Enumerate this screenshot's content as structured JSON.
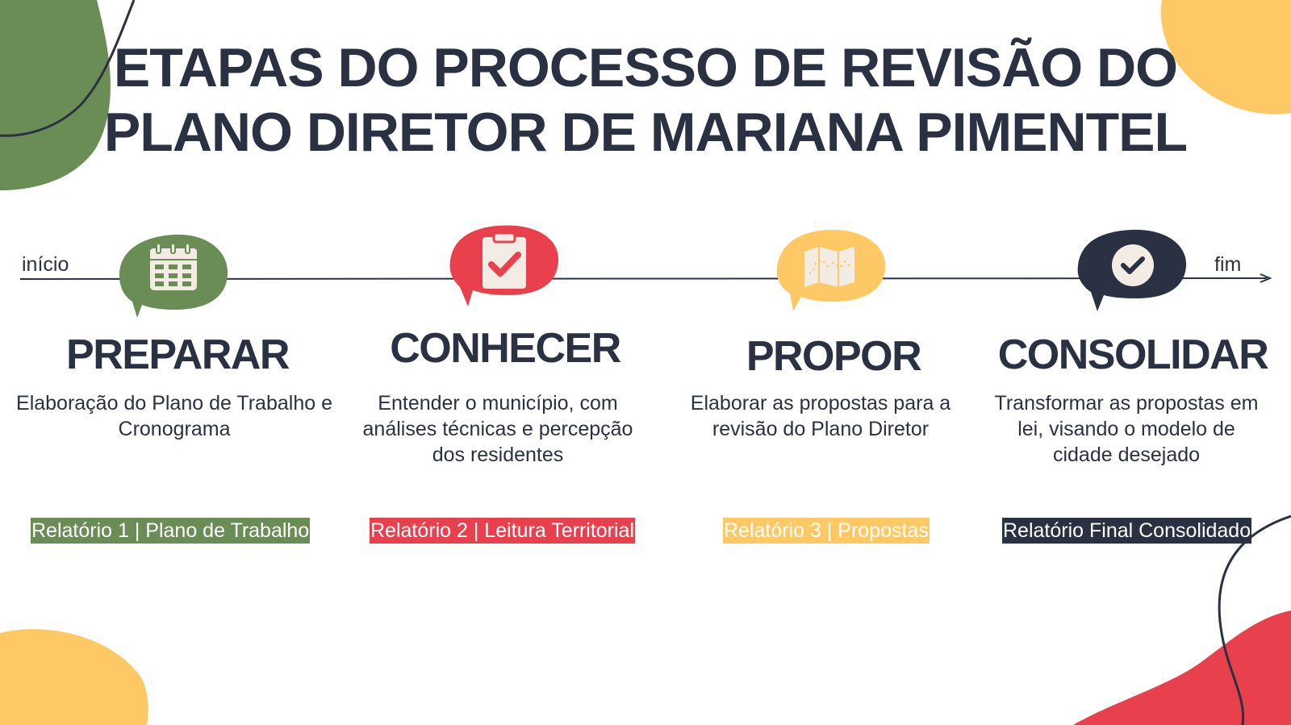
{
  "title": {
    "line1": "ETAPAS DO PROCESSO DE REVISÃO DO",
    "line2": "PLANO DIRETOR DE MARIANA PIMENTEL"
  },
  "timeline": {
    "start_label": "início",
    "end_label": "fim"
  },
  "colors": {
    "green": "#6a8c55",
    "red": "#e8404d",
    "yellow": "#fec964",
    "navy": "#2a3142",
    "cream": "#f3ece4"
  },
  "stages": [
    {
      "title": "PREPARAR",
      "icon": "calendar-icon",
      "description": "Elaboração do Plano de Trabalho e Cronograma",
      "report": "Relatório 1 | Plano de Trabalho",
      "report_color": "#6a8c55",
      "report_text_color": "#ffffff"
    },
    {
      "title": "CONHECER",
      "icon": "clipboard-check-icon",
      "description": "Entender o município, com análises técnicas e percepção dos residentes",
      "report": "Relatório 2 | Leitura Territorial",
      "report_color": "#e8404d",
      "report_text_color": "#ffffff"
    },
    {
      "title": "PROPOR",
      "icon": "map-icon",
      "description": "Elaborar as propostas para a revisão do Plano Diretor",
      "report": "Relatório 3 | Propostas",
      "report_color": "#fec964",
      "report_text_color": "#ffffff"
    },
    {
      "title": "CONSOLIDAR",
      "icon": "check-circle-icon",
      "description": "Transformar as propostas em lei, visando o modelo de cidade desejado",
      "report": "Relatório Final Consolidado",
      "report_color": "#2a3142",
      "report_text_color": "#ffffff"
    }
  ]
}
